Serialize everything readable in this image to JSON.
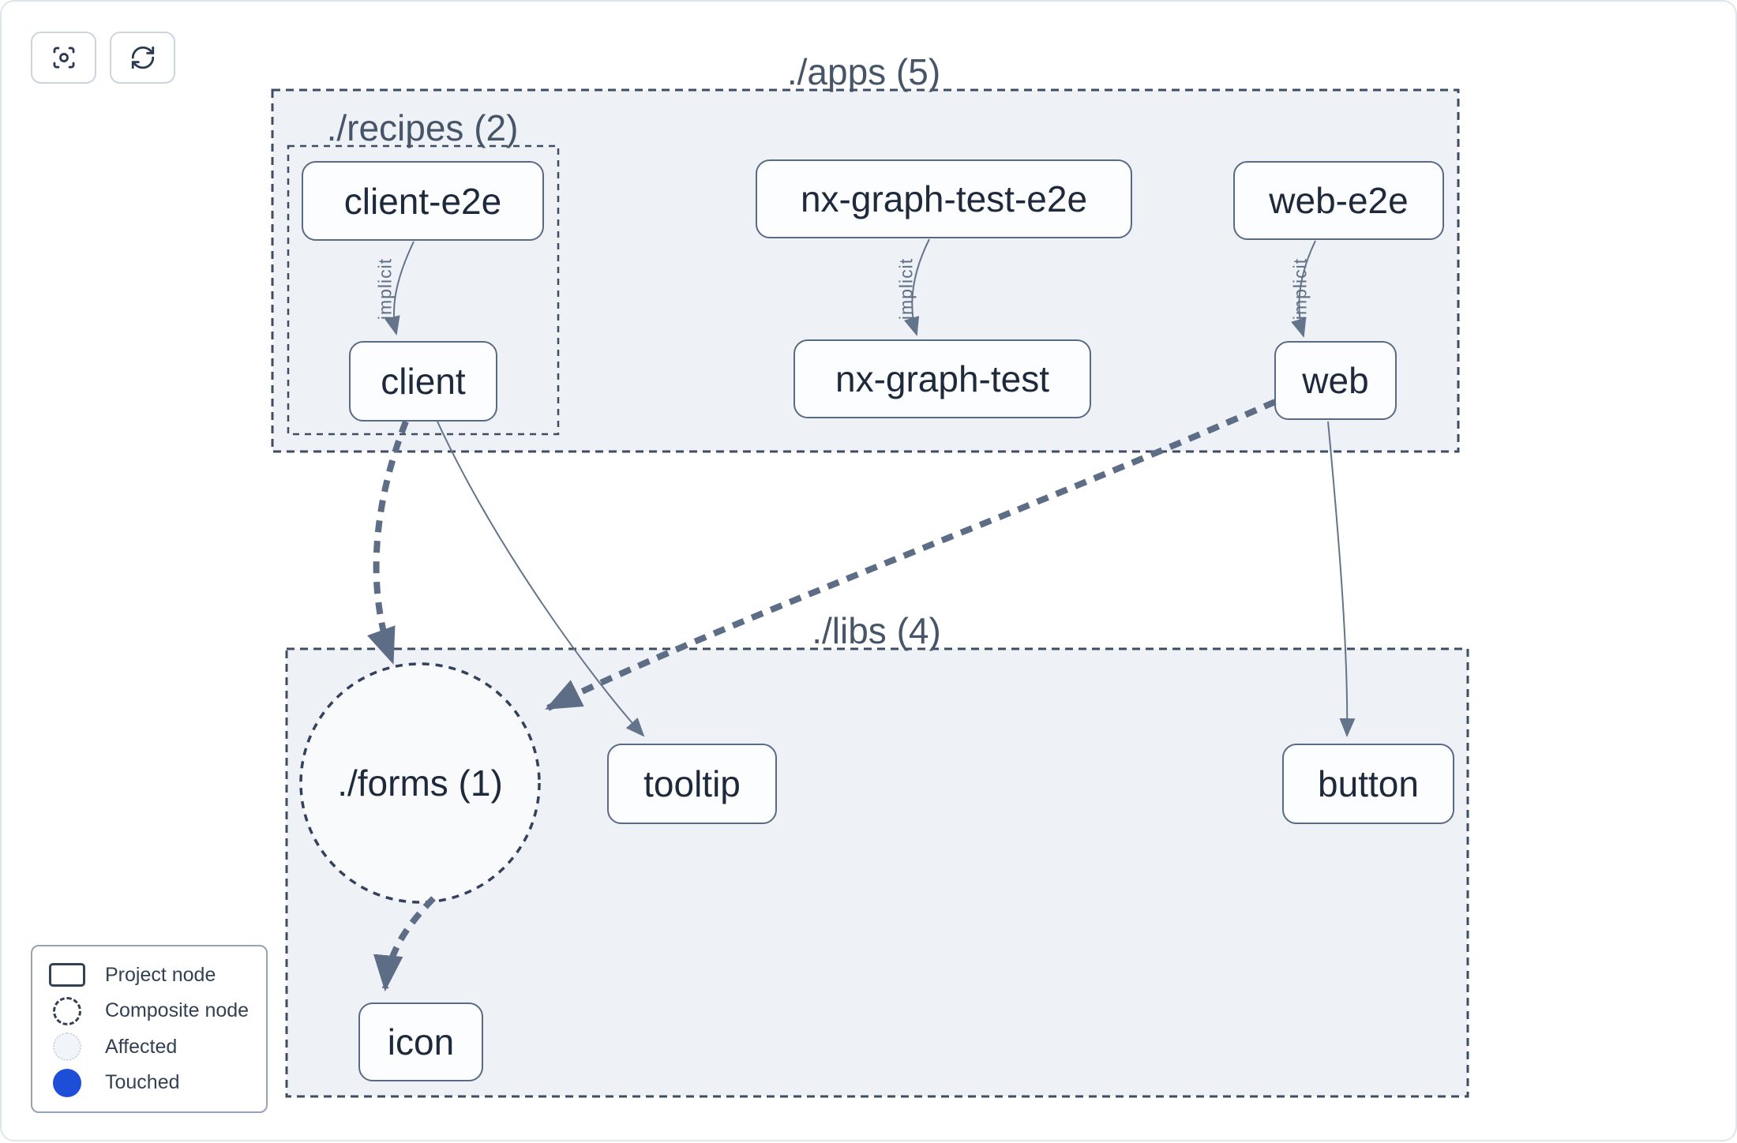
{
  "toolbar": {
    "buttons": [
      {
        "name": "center-graph",
        "icon": "focus-icon"
      },
      {
        "name": "refresh-graph",
        "icon": "refresh-icon"
      }
    ]
  },
  "graph": {
    "groups": [
      {
        "id": "apps",
        "label": "./apps (5)",
        "type": "directory"
      },
      {
        "id": "recipes",
        "label": "./recipes (2)",
        "type": "directory"
      },
      {
        "id": "libs",
        "label": "./libs (4)",
        "type": "directory"
      },
      {
        "id": "forms",
        "label": "./forms (1)",
        "type": "composite"
      }
    ],
    "nodes": [
      {
        "id": "client-e2e",
        "label": "client-e2e",
        "group": "recipes"
      },
      {
        "id": "nx-graph-test-e2e",
        "label": "nx-graph-test-e2e",
        "group": "apps"
      },
      {
        "id": "web-e2e",
        "label": "web-e2e",
        "group": "apps"
      },
      {
        "id": "client",
        "label": "client",
        "group": "recipes"
      },
      {
        "id": "nx-graph-test",
        "label": "nx-graph-test",
        "group": "apps"
      },
      {
        "id": "web",
        "label": "web",
        "group": "apps"
      },
      {
        "id": "tooltip",
        "label": "tooltip",
        "group": "libs"
      },
      {
        "id": "button",
        "label": "button",
        "group": "libs"
      },
      {
        "id": "icon",
        "label": "icon",
        "group": "libs"
      }
    ],
    "edges": [
      {
        "from": "client-e2e",
        "to": "client",
        "label": "implicit",
        "style": "solid"
      },
      {
        "from": "nx-graph-test-e2e",
        "to": "nx-graph-test",
        "label": "implicit",
        "style": "solid"
      },
      {
        "from": "web-e2e",
        "to": "web",
        "label": "implicit",
        "style": "solid"
      },
      {
        "from": "client",
        "to": "./forms (1)",
        "label": "",
        "style": "thick-dashed"
      },
      {
        "from": "client",
        "to": "tooltip",
        "label": "",
        "style": "solid"
      },
      {
        "from": "web",
        "to": "./forms (1)",
        "label": "",
        "style": "thick-dashed"
      },
      {
        "from": "web",
        "to": "button",
        "label": "",
        "style": "solid"
      },
      {
        "from": "./forms (1)",
        "to": "icon",
        "label": "",
        "style": "thick-dashed"
      }
    ]
  },
  "legend": {
    "items": [
      {
        "label": "Project node",
        "swatch": "project-rect"
      },
      {
        "label": "Composite node",
        "swatch": "dashed-circle"
      },
      {
        "label": "Affected",
        "swatch": "affected-circle"
      },
      {
        "label": "Touched",
        "swatch": "touched-circle"
      }
    ]
  },
  "colors": {
    "touched_blue": "#1d4ed8",
    "container_fill": "#eef1f6",
    "composite_fill": "#f8fafc",
    "node_fill": "#fcfdfe",
    "node_border": "#5a6a84",
    "container_border": "#3f4d63",
    "edge": "#64748b",
    "thick_edge": "#5d6d86",
    "label_text": "#475569",
    "node_text": "#1e293b",
    "page_border": "#dfe5ec"
  }
}
